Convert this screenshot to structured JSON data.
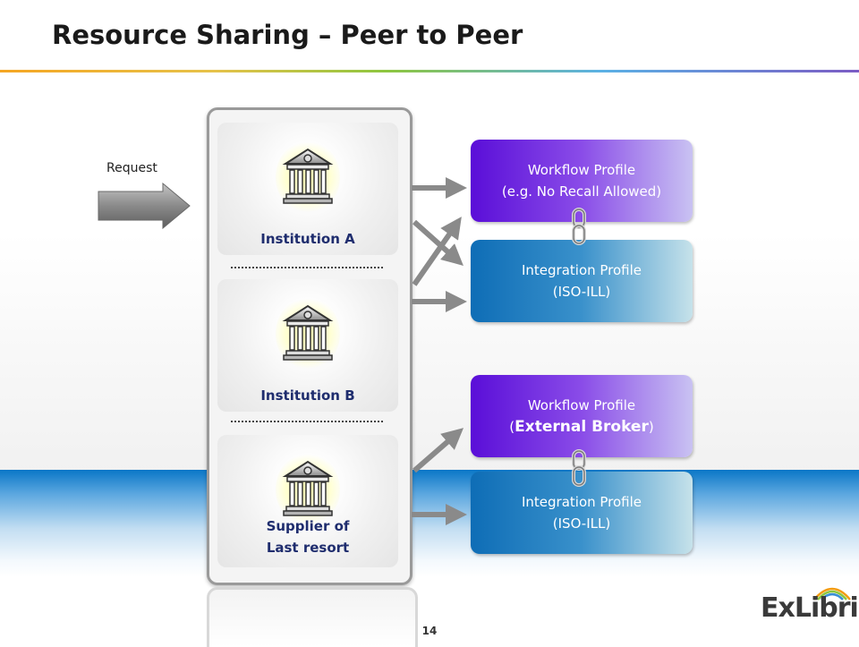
{
  "title": "Resource Sharing – Peer to Peer",
  "request_label": "Request",
  "institutions": [
    {
      "name": "Institution  A",
      "icon": "bank-building-icon"
    },
    {
      "name": "Institution  B",
      "icon": "bank-building-icon"
    },
    {
      "name_line1": "Supplier  of",
      "name_line2": "Last resort",
      "icon": "bank-building-icon"
    }
  ],
  "profiles": {
    "group1": {
      "workflow": {
        "line1": "Workflow Profile",
        "line2": "(e.g.  No Recall Allowed)"
      },
      "integration": {
        "line1": "Integration Profile",
        "line2": "(ISO-ILL)"
      }
    },
    "group2": {
      "workflow": {
        "line1": "Workflow Profile",
        "line2_open": "(",
        "line2_bold": "External Broker",
        "line2_close": ")"
      },
      "integration": {
        "line1": "Integration Profile",
        "line2": "(ISO-ILL)"
      }
    }
  },
  "page_number": "14",
  "logo": "ExLibris",
  "colors": {
    "workflow_start": "#5a0ed8",
    "integration_start": "#0e6db6",
    "institution_text": "#1f2d6e",
    "arrow_gray": "#8a8a8a"
  }
}
